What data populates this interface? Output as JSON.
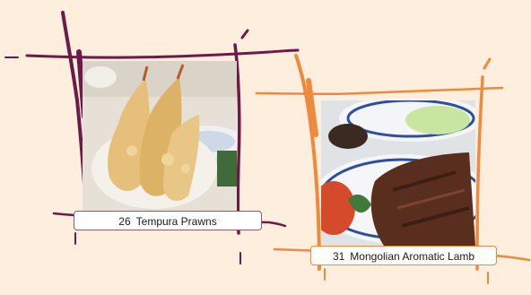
{
  "colors": {
    "background": "#fdeedd",
    "frame_left": "#6b1a4a",
    "frame_right": "#ee8a3e"
  },
  "cards": [
    {
      "number": "26",
      "name": "Tempura Prawns",
      "frame_color": "#6b1a4a"
    },
    {
      "number": "31",
      "name": "Mongolian Aromatic Lamb",
      "frame_color": "#ee8a3e"
    }
  ]
}
